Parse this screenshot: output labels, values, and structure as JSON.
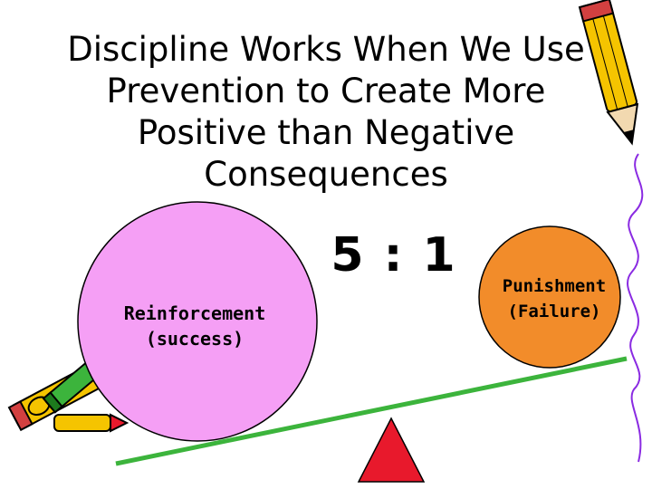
{
  "slide": {
    "title": "Discipline Works When We Use Prevention to Create More Positive than Negative Consequences",
    "ratio": "5 : 1",
    "left_circle": {
      "label_line1": "Reinforcement",
      "label_line2": "(success)",
      "color": "#f59ff5"
    },
    "right_circle": {
      "label_line1": "Punishment",
      "label_line2": "(Failure)",
      "color": "#f28c2a"
    },
    "beam_color": "#3cb43c",
    "fulcrum_color": "#e8192c",
    "icons": [
      "pencil-icon",
      "crayon-icon"
    ]
  }
}
